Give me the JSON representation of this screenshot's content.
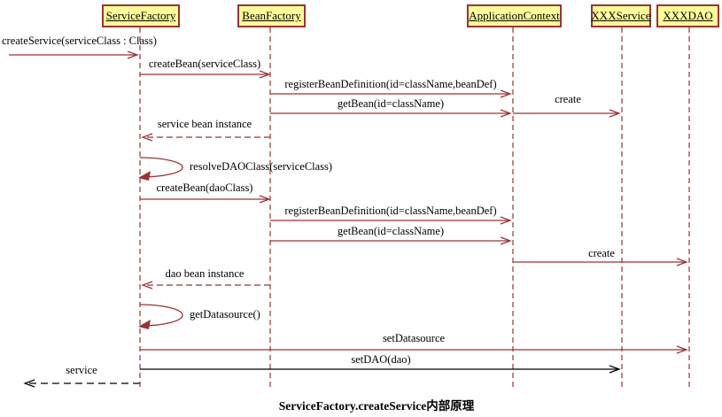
{
  "diagram": {
    "type": "uml-sequence",
    "title": "ServiceFactory.createService内部原理",
    "actors": [
      {
        "name": "ServiceFactory"
      },
      {
        "name": "BeanFactory"
      },
      {
        "name": "ApplicationContext"
      },
      {
        "name": "XXXService"
      },
      {
        "name": "XXXDAO"
      }
    ],
    "messages": [
      {
        "label": "createService(serviceClass : Class)",
        "from": "external",
        "to": "ServiceFactory",
        "kind": "sync"
      },
      {
        "label": "createBean(serviceClass)",
        "from": "ServiceFactory",
        "to": "BeanFactory",
        "kind": "sync"
      },
      {
        "label": "registerBeanDefinition(id=className,beanDef)",
        "from": "BeanFactory",
        "to": "ApplicationContext",
        "kind": "sync"
      },
      {
        "label": "getBean(id=className)",
        "from": "BeanFactory",
        "to": "ApplicationContext",
        "kind": "sync"
      },
      {
        "label": "create",
        "from": "ApplicationContext",
        "to": "XXXService",
        "kind": "sync"
      },
      {
        "label": "service bean instance",
        "from": "BeanFactory",
        "to": "ServiceFactory",
        "kind": "return"
      },
      {
        "label": "resolveDAOClass(serviceClass)",
        "from": "ServiceFactory",
        "to": "ServiceFactory",
        "kind": "self"
      },
      {
        "label": "createBean(daoClass)",
        "from": "ServiceFactory",
        "to": "BeanFactory",
        "kind": "sync"
      },
      {
        "label": "registerBeanDefinition(id=className,beanDef)",
        "from": "BeanFactory",
        "to": "ApplicationContext",
        "kind": "sync"
      },
      {
        "label": "getBean(id=className)",
        "from": "BeanFactory",
        "to": "ApplicationContext",
        "kind": "sync"
      },
      {
        "label": "create",
        "from": "ApplicationContext",
        "to": "XXXDAO",
        "kind": "sync"
      },
      {
        "label": "dao bean instance",
        "from": "BeanFactory",
        "to": "ServiceFactory",
        "kind": "return"
      },
      {
        "label": "getDatasource()",
        "from": "ServiceFactory",
        "to": "ServiceFactory",
        "kind": "self"
      },
      {
        "label": "setDatasource",
        "from": "ServiceFactory",
        "to": "XXXDAO",
        "kind": "sync"
      },
      {
        "label": "setDAO(dao)",
        "from": "ServiceFactory",
        "to": "XXXService",
        "kind": "sync-black"
      },
      {
        "label": "service",
        "from": "ServiceFactory",
        "to": "external",
        "kind": "return-black"
      }
    ],
    "colors": {
      "actor_fill": "#ffff99",
      "actor_border": "#993333",
      "line_red": "#993333",
      "line_black": "#000000",
      "text": "#000000",
      "background": "#ffffff"
    }
  }
}
